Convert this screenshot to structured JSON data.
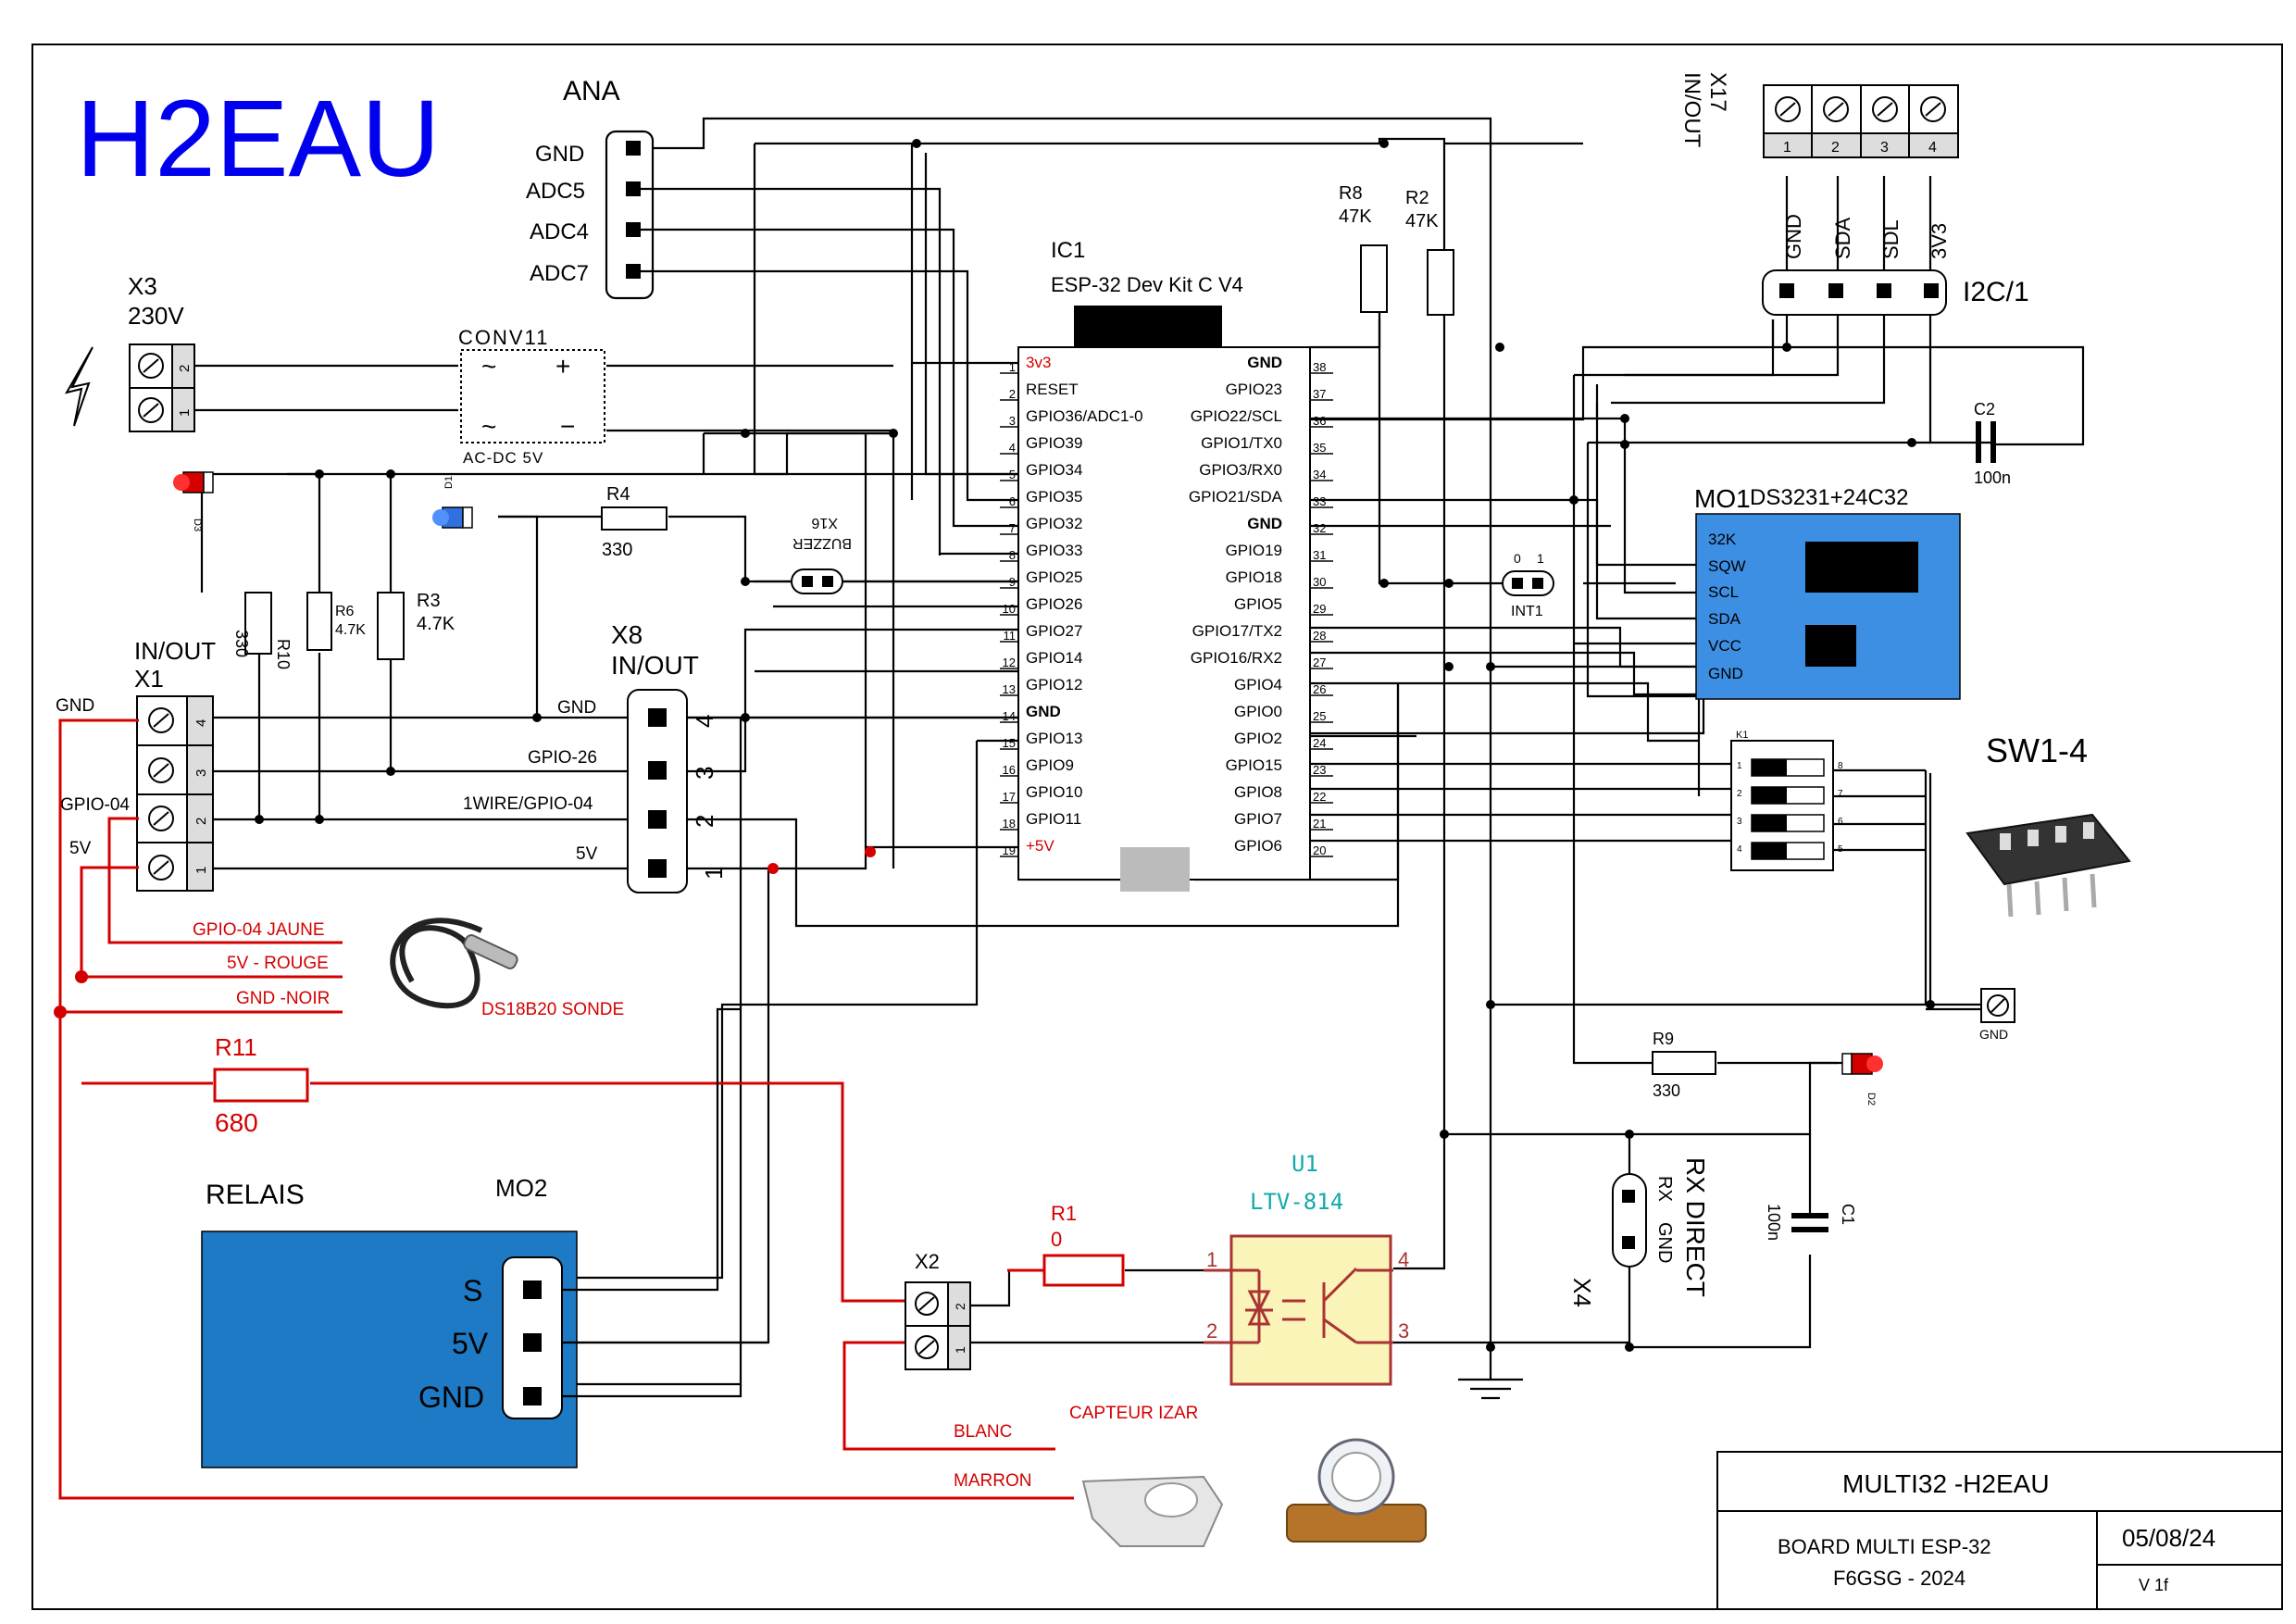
{
  "title": "H2EAU",
  "ana": {
    "name": "ANA",
    "pins": [
      "GND",
      "ADC5",
      "ADC4",
      "ADC7"
    ]
  },
  "x3": {
    "name": "X3",
    "voltage": "230V",
    "pins": [
      "2",
      "1"
    ]
  },
  "conv": {
    "name": "CONV11",
    "type": "AC-DC 5V"
  },
  "ic1": {
    "name": "IC1",
    "module": "ESP-32 Dev Kit C V4",
    "left_pins": [
      {
        "n": "1",
        "l": "3v3"
      },
      {
        "n": "2",
        "l": "RESET"
      },
      {
        "n": "3",
        "l": "GPIO36/ADC1-0"
      },
      {
        "n": "4",
        "l": "GPIO39"
      },
      {
        "n": "5",
        "l": "GPIO34"
      },
      {
        "n": "6",
        "l": "GPIO35"
      },
      {
        "n": "7",
        "l": "GPIO32"
      },
      {
        "n": "8",
        "l": "GPIO33"
      },
      {
        "n": "9",
        "l": "GPIO25"
      },
      {
        "n": "10",
        "l": "GPIO26"
      },
      {
        "n": "11",
        "l": "GPIO27"
      },
      {
        "n": "12",
        "l": "GPIO14"
      },
      {
        "n": "13",
        "l": "GPIO12"
      },
      {
        "n": "14",
        "l": "GND"
      },
      {
        "n": "15",
        "l": "GPIO13"
      },
      {
        "n": "16",
        "l": "GPIO9"
      },
      {
        "n": "17",
        "l": "GPIO10"
      },
      {
        "n": "18",
        "l": "GPIO11"
      },
      {
        "n": "19",
        "l": "+5V"
      }
    ],
    "right_pins": [
      {
        "n": "38",
        "l": "GND"
      },
      {
        "n": "37",
        "l": "GPIO23"
      },
      {
        "n": "36",
        "l": "GPIO22/SCL"
      },
      {
        "n": "35",
        "l": "GPIO1/TX0"
      },
      {
        "n": "34",
        "l": "GPIO3/RX0"
      },
      {
        "n": "33",
        "l": "GPIO21/SDA"
      },
      {
        "n": "32",
        "l": "GND"
      },
      {
        "n": "31",
        "l": "GPIO19"
      },
      {
        "n": "30",
        "l": "GPIO18"
      },
      {
        "n": "29",
        "l": "GPIO5"
      },
      {
        "n": "28",
        "l": "GPIO17/TX2"
      },
      {
        "n": "27",
        "l": "GPIO16/RX2"
      },
      {
        "n": "26",
        "l": "GPIO4"
      },
      {
        "n": "25",
        "l": "GPIO0"
      },
      {
        "n": "24",
        "l": "GPIO2"
      },
      {
        "n": "23",
        "l": "GPIO15"
      },
      {
        "n": "22",
        "l": "GPIO8"
      },
      {
        "n": "21",
        "l": "GPIO7"
      },
      {
        "n": "20",
        "l": "GPIO6"
      }
    ]
  },
  "resistors": {
    "r8": {
      "name": "R8",
      "value": "47K"
    },
    "r2": {
      "name": "R2",
      "value": "47K"
    },
    "r4": {
      "name": "R4",
      "value": "330"
    },
    "r10": {
      "name": "R10",
      "value": "330"
    },
    "r6": {
      "name": "R6",
      "value": "4.7K"
    },
    "r3": {
      "name": "R3",
      "value": "4.7K"
    },
    "r9": {
      "name": "R9",
      "value": "330"
    },
    "r11": {
      "name": "R11",
      "value": "680"
    },
    "r1": {
      "name": "R1",
      "value": "0"
    }
  },
  "leds": {
    "d3": "D3",
    "d1": "D1",
    "d2": "D2"
  },
  "buzzer": {
    "name": "X16",
    "label": "BUZZER"
  },
  "x1": {
    "name": "X1",
    "title": "IN/OUT",
    "pins": [
      "4",
      "3",
      "2",
      "1"
    ],
    "labels": [
      "GND",
      "GPIO-04",
      "5V"
    ]
  },
  "x8": {
    "name": "X8",
    "title": "IN/OUT",
    "pins": [
      "4",
      "3",
      "2",
      "1"
    ],
    "labels": [
      "GND",
      "GPIO-26",
      "1WIRE/GPIO-04",
      "5V"
    ]
  },
  "x17": {
    "name": "X17",
    "title": "IN/OUT",
    "pins": [
      "1",
      "2",
      "3",
      "4"
    ],
    "signals": [
      "GND",
      "SDA",
      "SDL",
      "3V3"
    ]
  },
  "i2c": {
    "name": "I2C/1"
  },
  "c2": {
    "name": "C2",
    "value": "100n"
  },
  "c1": {
    "name": "C1",
    "value": "100n"
  },
  "mo1": {
    "name": "MO1",
    "module": "DS3231+24C32",
    "pins": [
      "32K",
      "SQW",
      "SCL",
      "SDA",
      "VCC",
      "GND"
    ]
  },
  "int1": {
    "name": "INT1",
    "pins": [
      "0",
      "1"
    ]
  },
  "sw": {
    "name": "SW1-4",
    "ref": "K1",
    "left": [
      "1",
      "2",
      "3",
      "4"
    ],
    "right": [
      "8",
      "7",
      "6",
      "5"
    ]
  },
  "gnd_label": "GND",
  "sonde": {
    "wires": [
      "GPIO-04 JAUNE",
      "5V - ROUGE",
      "GND -NOIR"
    ],
    "name": "DS18B20 SONDE"
  },
  "relais": {
    "title": "RELAIS",
    "name": "MO2",
    "pins": [
      "S",
      "5V",
      "GND"
    ]
  },
  "x2": {
    "name": "X2",
    "pins": [
      "2",
      "1"
    ]
  },
  "u1": {
    "name": "U1",
    "part": "LTV-814",
    "pins": [
      "1",
      "2",
      "4",
      "3"
    ]
  },
  "x4": {
    "name": "X4",
    "title": "RX DIRECT",
    "pins": [
      "RX",
      "GND"
    ]
  },
  "capteur": {
    "name": "CAPTEUR IZAR",
    "wires": [
      "BLANC",
      "MARRON"
    ]
  },
  "titleblock": {
    "project": "MULTI32 -H2EAU",
    "board": "BOARD MULTI  ESP-32",
    "author": "F6GSG -  2024",
    "date": "05/08/24",
    "version": "V 1f"
  },
  "colors": {
    "title": "#0000ee",
    "module": "#3c8fe3",
    "relay": "#1e7ac4",
    "wire_red": "#d40000",
    "optocoupler": "#fbf4b8"
  }
}
